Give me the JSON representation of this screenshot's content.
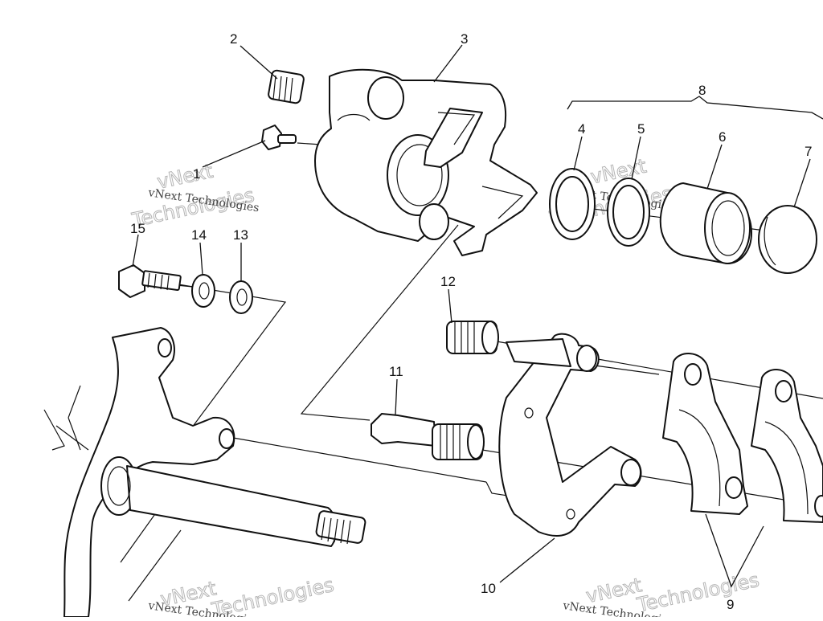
{
  "callouts": {
    "c1": "1",
    "c2": "2",
    "c3": "3",
    "c4": "4",
    "c5": "5",
    "c6": "6",
    "c7": "7",
    "c8": "8",
    "c9": "9",
    "c10": "10",
    "c11": "11",
    "c12": "12",
    "c13": "13",
    "c14": "14",
    "c15": "15"
  },
  "watermark": {
    "brand": "vNext",
    "company": "vNext Technologies",
    "technologies": "Technologies"
  }
}
